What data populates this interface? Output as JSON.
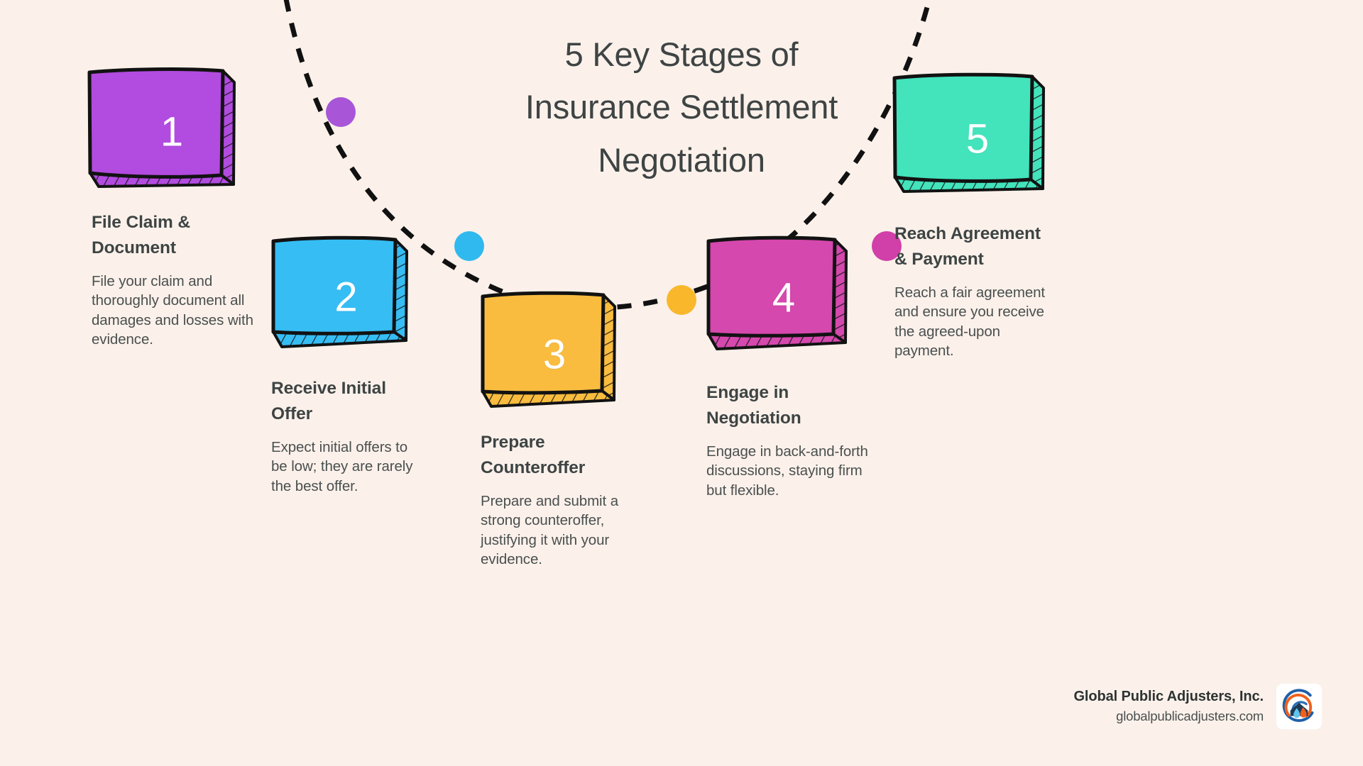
{
  "background_color": "#FBF1EA",
  "title": {
    "lines": [
      "5 Key Stages of",
      "Insurance Settlement",
      "Negotiation"
    ],
    "color": "#3E4444"
  },
  "path": {
    "style": "dashed-curve",
    "color": "#111111",
    "dot_colors": [
      "#A855D8",
      "#30B9EE",
      "#F9B72B",
      "#D13FA8",
      "#3EE0B8"
    ]
  },
  "cards": [
    {
      "number": "1",
      "heading_lines": [
        "File Claim &",
        "Document"
      ],
      "description": "File your claim and thoroughly document all damages and losses with evidence.",
      "color": "#B24BE0",
      "dot_color": "#A855D8"
    },
    {
      "number": "2",
      "heading_lines": [
        "Receive Initial",
        "Offer"
      ],
      "description": "Expect initial offers to be low; they are rarely the best offer.",
      "color": "#36BDF4",
      "dot_color": "#30B9EE"
    },
    {
      "number": "3",
      "heading_lines": [
        "Prepare",
        "Counteroffer"
      ],
      "description": "Prepare and submit a strong counteroffer, justifying it with your evidence.",
      "color": "#F9BC3F",
      "dot_color": "#F9B72B"
    },
    {
      "number": "4",
      "heading_lines": [
        "Engage in",
        "Negotiation"
      ],
      "description": "Engage in back-and-forth discussions, staying firm but flexible.",
      "color": "#D548AD",
      "dot_color": "#D13FA8"
    },
    {
      "number": "5",
      "heading_lines": [
        "Reach Agreement",
        "& Payment"
      ],
      "description": "Reach a fair agreement and ensure you receive the agreed-upon payment.",
      "color": "#43E3BC",
      "dot_color": "#3EE0B8"
    }
  ],
  "footer": {
    "brand_name": "Global Public Adjusters, Inc.",
    "url": "globalpublicadjusters.com",
    "logo_name": "global-public-adjusters-logo"
  }
}
